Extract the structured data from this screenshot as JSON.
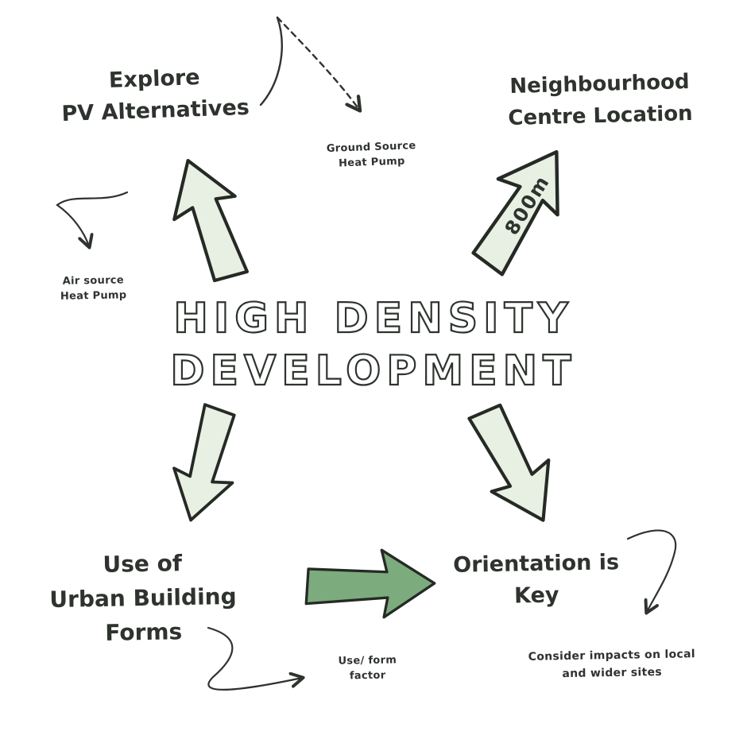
{
  "title": {
    "line1": "HIGH DENSITY",
    "line2": "DEVELOPMENT"
  },
  "nodes": {
    "explore_pv": {
      "line1": "Explore",
      "line2": "PV Alternatives"
    },
    "neighbourhood": {
      "line1": "Neighbourhood",
      "line2": "Centre Location"
    },
    "urban_forms": {
      "line1": "Use of",
      "line2": "Urban Building",
      "line3": "Forms"
    },
    "orientation": {
      "line1": "Orientation is",
      "line2": "Key"
    }
  },
  "annotations": {
    "ground_source": {
      "line1": "Ground Source",
      "line2": "Heat Pump"
    },
    "air_source": {
      "line1": "Air source",
      "line2": "Heat Pump"
    },
    "use_form": {
      "line1": "Use/ form",
      "line2": "factor"
    },
    "consider": {
      "line1": "Consider impacts on local",
      "line2": "and wider sites"
    }
  },
  "labels": {
    "distance": "800m"
  },
  "colors": {
    "ink": "#2e332e",
    "big_arrow_fill": "#e8efe3",
    "green_arrow_fill": "#7cab7d"
  }
}
